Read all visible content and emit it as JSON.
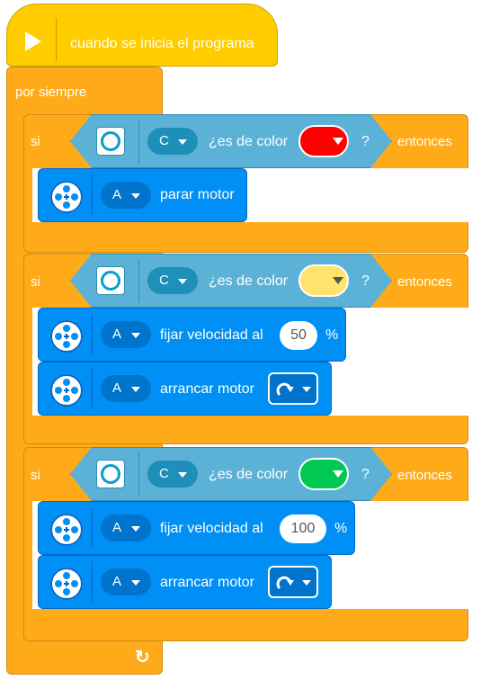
{
  "hat": {
    "label": "cuando se inicia el programa",
    "icon": "play-icon"
  },
  "forever": {
    "label": "por siempre",
    "icon": "loop-arrow-icon"
  },
  "if_blocks": [
    {
      "si": "si",
      "entonces": "entonces",
      "condition": {
        "port": "C",
        "text": "¿es de color",
        "question": "?",
        "color": "#FF0000"
      },
      "actions": [
        {
          "port": "A",
          "text": "parar motor"
        }
      ]
    },
    {
      "si": "si",
      "entonces": "entonces",
      "condition": {
        "port": "C",
        "text": "¿es de color",
        "question": "?",
        "color": "#FFE36E"
      },
      "actions": [
        {
          "port": "A",
          "text": "fijar velocidad al",
          "value": "50",
          "unit": "%"
        },
        {
          "port": "A",
          "text": "arrancar motor",
          "direction_icon": "clockwise-arrow-icon"
        }
      ]
    },
    {
      "si": "si",
      "entonces": "entonces",
      "condition": {
        "port": "C",
        "text": "¿es de color",
        "question": "?",
        "color": "#00C853"
      },
      "actions": [
        {
          "port": "A",
          "text": "fijar velocidad al",
          "value": "100",
          "unit": "%"
        },
        {
          "port": "A",
          "text": "arrancar motor",
          "direction_icon": "clockwise-arrow-icon"
        }
      ]
    }
  ]
}
